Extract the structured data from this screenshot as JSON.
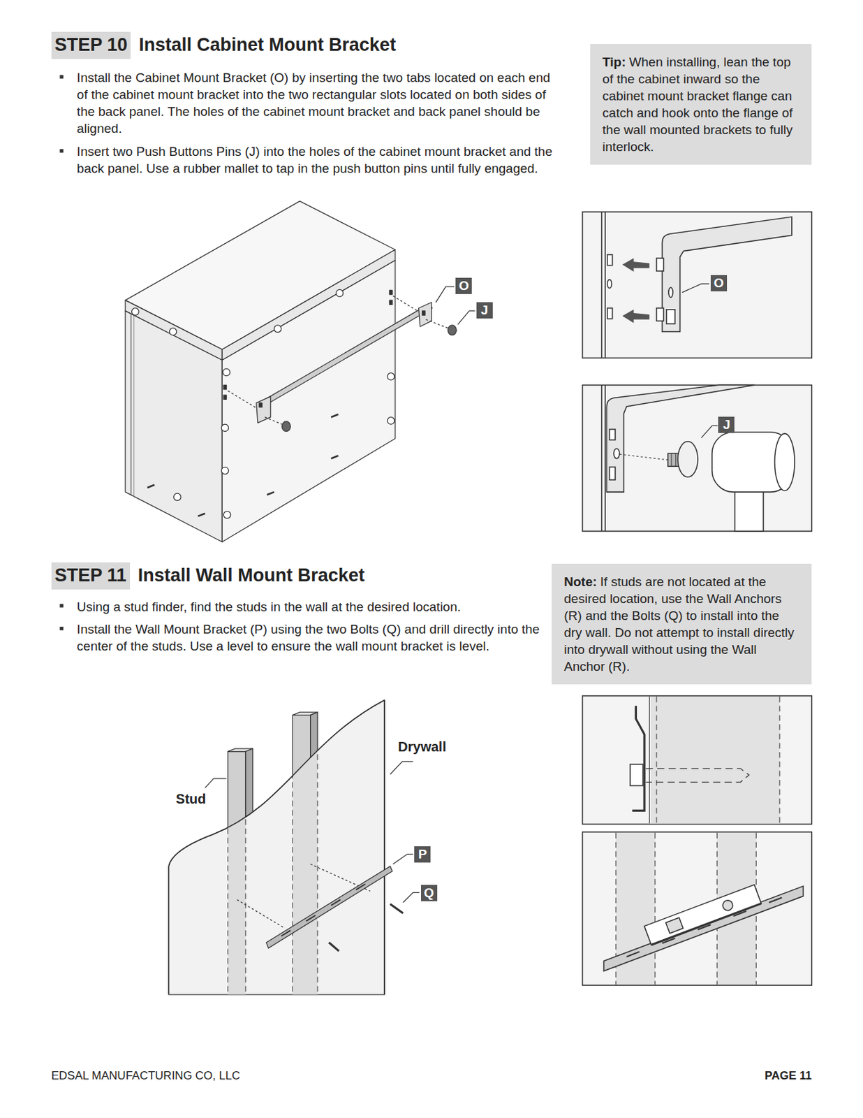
{
  "diagram": {
    "nodes": [
      {
        "text": [
          "STEP 10",
          "Install Cabinet Mount Bracket"
        ]
      },
      {
        "text": [
          "Tip:",
          "When installing, lean the top of the cabinet inward so the cabinet mount bracket flange can catch and hook onto the flange of the wall mounted brackets to fully interlock."
        ]
      },
      {
        "text": [
          "O"
        ]
      },
      {
        "text": [
          "J"
        ]
      },
      {
        "text": [
          "O"
        ]
      },
      {
        "text": [
          "J"
        ]
      },
      {
        "text": [
          "STEP 11",
          "Install Wall Mount Bracket"
        ]
      },
      {
        "text": [
          "Note:",
          "If studs are not located at the desired location, use the Wall Anchors (R) and the Bolts (Q) to install into the dry wall. Do not attempt to install directly into drywall without using the Wall Anchor (R)."
        ]
      },
      {
        "text": [
          "P"
        ]
      },
      {
        "text": [
          "Q"
        ]
      }
    ],
    "labels": [
      "Install the Cabinet Mount Bracket (O) by inserting the two tabs located on each end of the cabinet mount bracket into the two rectangular slots located on both sides of the back panel. The holes of the cabinet mount bracket and back panel should be aligned.",
      "Insert two Push Buttons Pins (J) into the holes of the cabinet mount bracket and the back panel. Use a rubber mallet to tap in the push button pins until fully engaged.",
      "Using a stud finder, find the studs in the wall at the desired location.",
      "Install the Wall Mount Bracket (P) using the two Bolts (Q) and drill directly into the center of the studs. Use a level to ensure the wall mount bracket is level.",
      "Drywall",
      "Stud",
      "EDSAL MANUFACTURING CO, LLC",
      "PAGE 11"
    ]
  }
}
